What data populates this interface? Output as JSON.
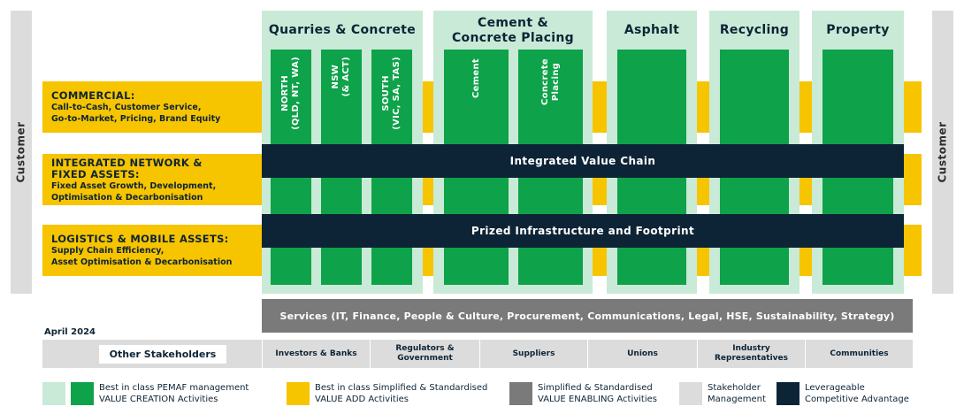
{
  "customer_left": "Customer",
  "customer_right": "Customer",
  "bands": [
    {
      "heading": "COMMERCIAL:",
      "lines": [
        "Call-to-Cash, Customer Service,",
        "Go-to-Market, Pricing, Brand Equity"
      ]
    },
    {
      "heading": "INTEGRATED NETWORK &",
      "heading2": "FIXED ASSETS:",
      "lines": [
        "Fixed Asset Growth, Development,",
        "Optimisation & Decarbonisation"
      ]
    },
    {
      "heading": "LOGISTICS & MOBILE ASSETS:",
      "lines": [
        "Supply Chain Efficiency,",
        "Asset Optimisation & Decarbonisation"
      ]
    }
  ],
  "groups": {
    "quarries": {
      "title": "Quarries & Concrete",
      "columns": [
        {
          "line1": "NORTH",
          "line2": "(QLD, NT, WA)"
        },
        {
          "line1": "NSW",
          "line2": "(& ACT)"
        },
        {
          "line1": "SOUTH",
          "line2": "(VIC, SA, TAS)"
        }
      ]
    },
    "cement": {
      "title_line1": "Cement &",
      "title_line2": "Concrete Placing",
      "columns": [
        {
          "line1": "Cement",
          "line2": ""
        },
        {
          "line1": "Concrete",
          "line2": "Placing"
        }
      ]
    },
    "asphalt": {
      "title": "Asphalt"
    },
    "recycling": {
      "title": "Recycling"
    },
    "property": {
      "title": "Property"
    }
  },
  "integrated_value_chain": "Integrated Value Chain",
  "prized_infrastructure": "Prized Infrastructure and Footprint",
  "services": "Services (IT, Finance, People & Culture, Procurement, Communications, Legal, HSE, Sustainability, Strategy)",
  "date": "April 2024",
  "other_stakeholders": "Other Stakeholders",
  "stakeholders": [
    {
      "line1": "Investors & Banks",
      "line2": ""
    },
    {
      "line1": "Regulators &",
      "line2": "Government"
    },
    {
      "line1": "Suppliers",
      "line2": ""
    },
    {
      "line1": "Unions",
      "line2": ""
    },
    {
      "line1": "Industry",
      "line2": "Representatives"
    },
    {
      "line1": "Communities",
      "line2": ""
    }
  ],
  "legend": [
    {
      "line1": "Best in class PEMAF management",
      "line2": "VALUE CREATION Activities",
      "colors": [
        "#c9ead6",
        "#0ea24a"
      ]
    },
    {
      "line1": "Best in class Simplified & Standardised",
      "line2": "VALUE ADD Activities",
      "colors": [
        "#f7c400"
      ]
    },
    {
      "line1": "Simplified & Standardised",
      "line2": "VALUE ENABLING Activities",
      "colors": [
        "#7a7a7a"
      ]
    },
    {
      "line1": "Stakeholder",
      "line2": "Management",
      "colors": [
        "#dcdcdc"
      ]
    },
    {
      "line1": "Leverageable",
      "line2": "Competitive Advantage",
      "colors": [
        "#0d2436"
      ]
    }
  ]
}
